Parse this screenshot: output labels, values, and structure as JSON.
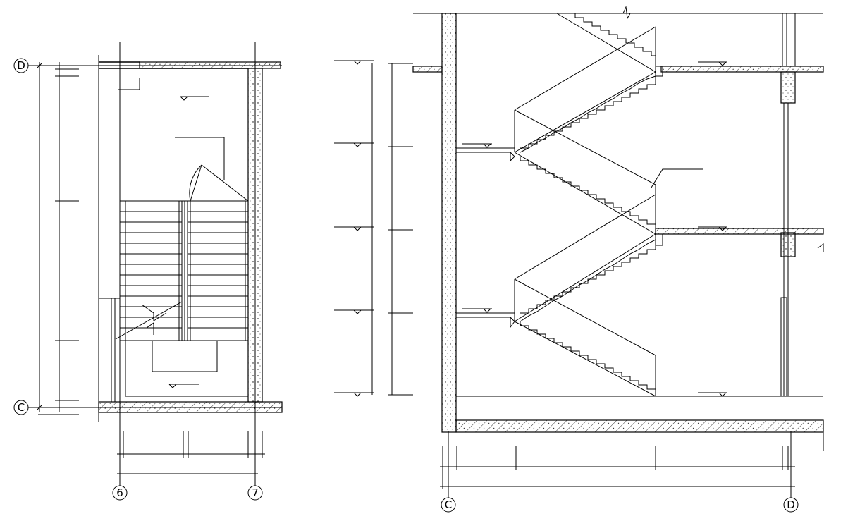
{
  "plan": {
    "grid_top": "D",
    "grid_bottom": "C",
    "grid_left": "6",
    "grid_right": "7"
  },
  "section": {
    "grid_left": "C",
    "grid_right": "D"
  }
}
